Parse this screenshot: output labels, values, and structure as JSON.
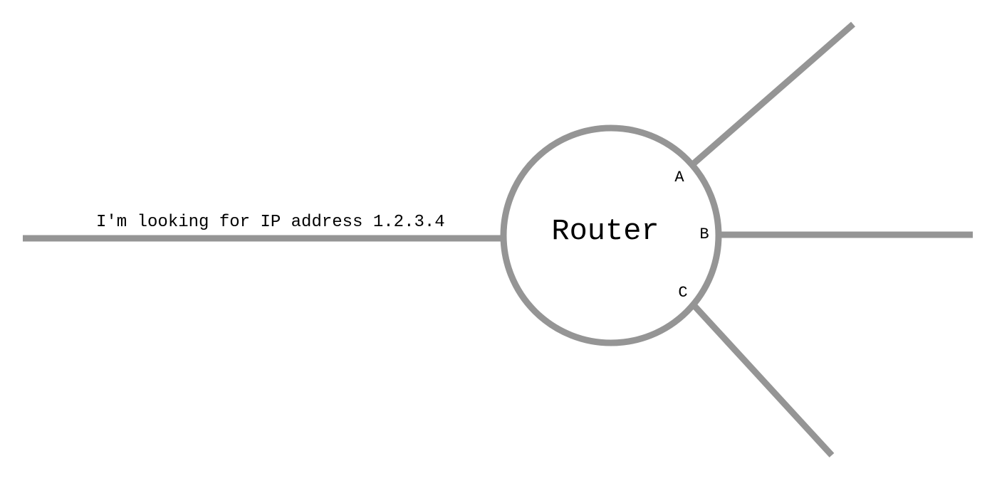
{
  "diagram": {
    "incoming_message": "I'm looking for IP address 1.2.3.4",
    "router_label": "Router",
    "ports": {
      "a": "A",
      "b": "B",
      "c": "C"
    }
  },
  "colors": {
    "line": "#959595",
    "text": "#000000",
    "background": "#ffffff"
  }
}
